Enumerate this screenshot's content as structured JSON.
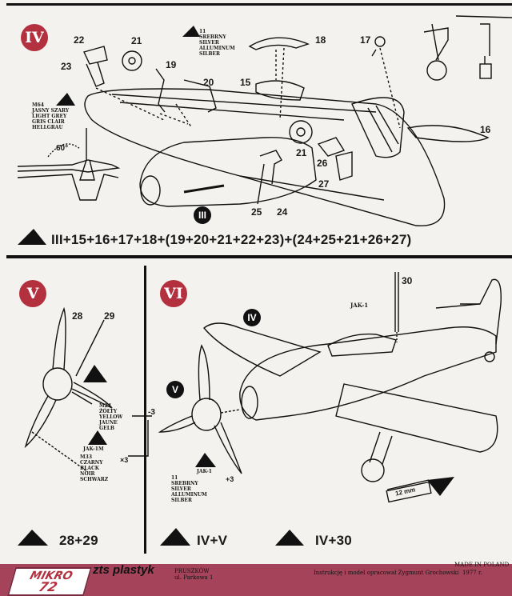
{
  "section4": {
    "badge": "IV",
    "parts": {
      "p22": "22",
      "p23": "23",
      "p21": "21",
      "p19": "19",
      "p20": "20",
      "p18": "18",
      "p17": "17",
      "p15": "15",
      "p16": "16",
      "p21b": "21",
      "p26": "26",
      "p27": "27",
      "p25": "25",
      "p24": "24"
    },
    "fuselage_badge": "III",
    "silver_caption": "11\nSREBRNY\nSILVER\nALLUMINUM\nSILBER",
    "grey_caption": "M64\nJASNY SZARY\nLIGHT GREY\nGRIS CLAIR\nHELLGRAU",
    "angle_label": "60°",
    "formula": "III+15+16+17+18+(19+20+21+22+23)+(24+25+21+26+27)"
  },
  "section5": {
    "badge": "V",
    "p28": "28",
    "p29": "29",
    "yellow_caption": "M24\nŻÓŁTY\nYELLOW\nJAUNE\nGELB",
    "jak1m": "JAK-1M",
    "black_caption": "M33\nCZARNY\nBLACK\nNOIR\nSCHWARZ",
    "mult3": "×3",
    "formula": "28+29"
  },
  "section6": {
    "badge": "VI",
    "p30": "30",
    "jak1_label": "JAK-1",
    "iv_badge": "IV",
    "v_badge": "V",
    "minus3": "-3",
    "jak1_small": "JAK-1",
    "plus3": "+3",
    "silver_caption": "11\nSREBRNY\nSILVER\nALLUMINUM\nSILBER",
    "mm": "12 mm",
    "formula_a": "IV+V",
    "formula_b": "IV+30"
  },
  "footer": {
    "logo_top": "MIKRO",
    "logo_bottom": "72",
    "brand": "zts plastyk",
    "address": "PRUSZKÓW\nul. Parkowa 1",
    "made_in": "MADE IN POLAND",
    "credit": "Instrukcję i model opracował Zygmunt Grochowski  1977 r."
  },
  "colors": {
    "accent": "#b3303e",
    "footer": "#a5435a"
  }
}
